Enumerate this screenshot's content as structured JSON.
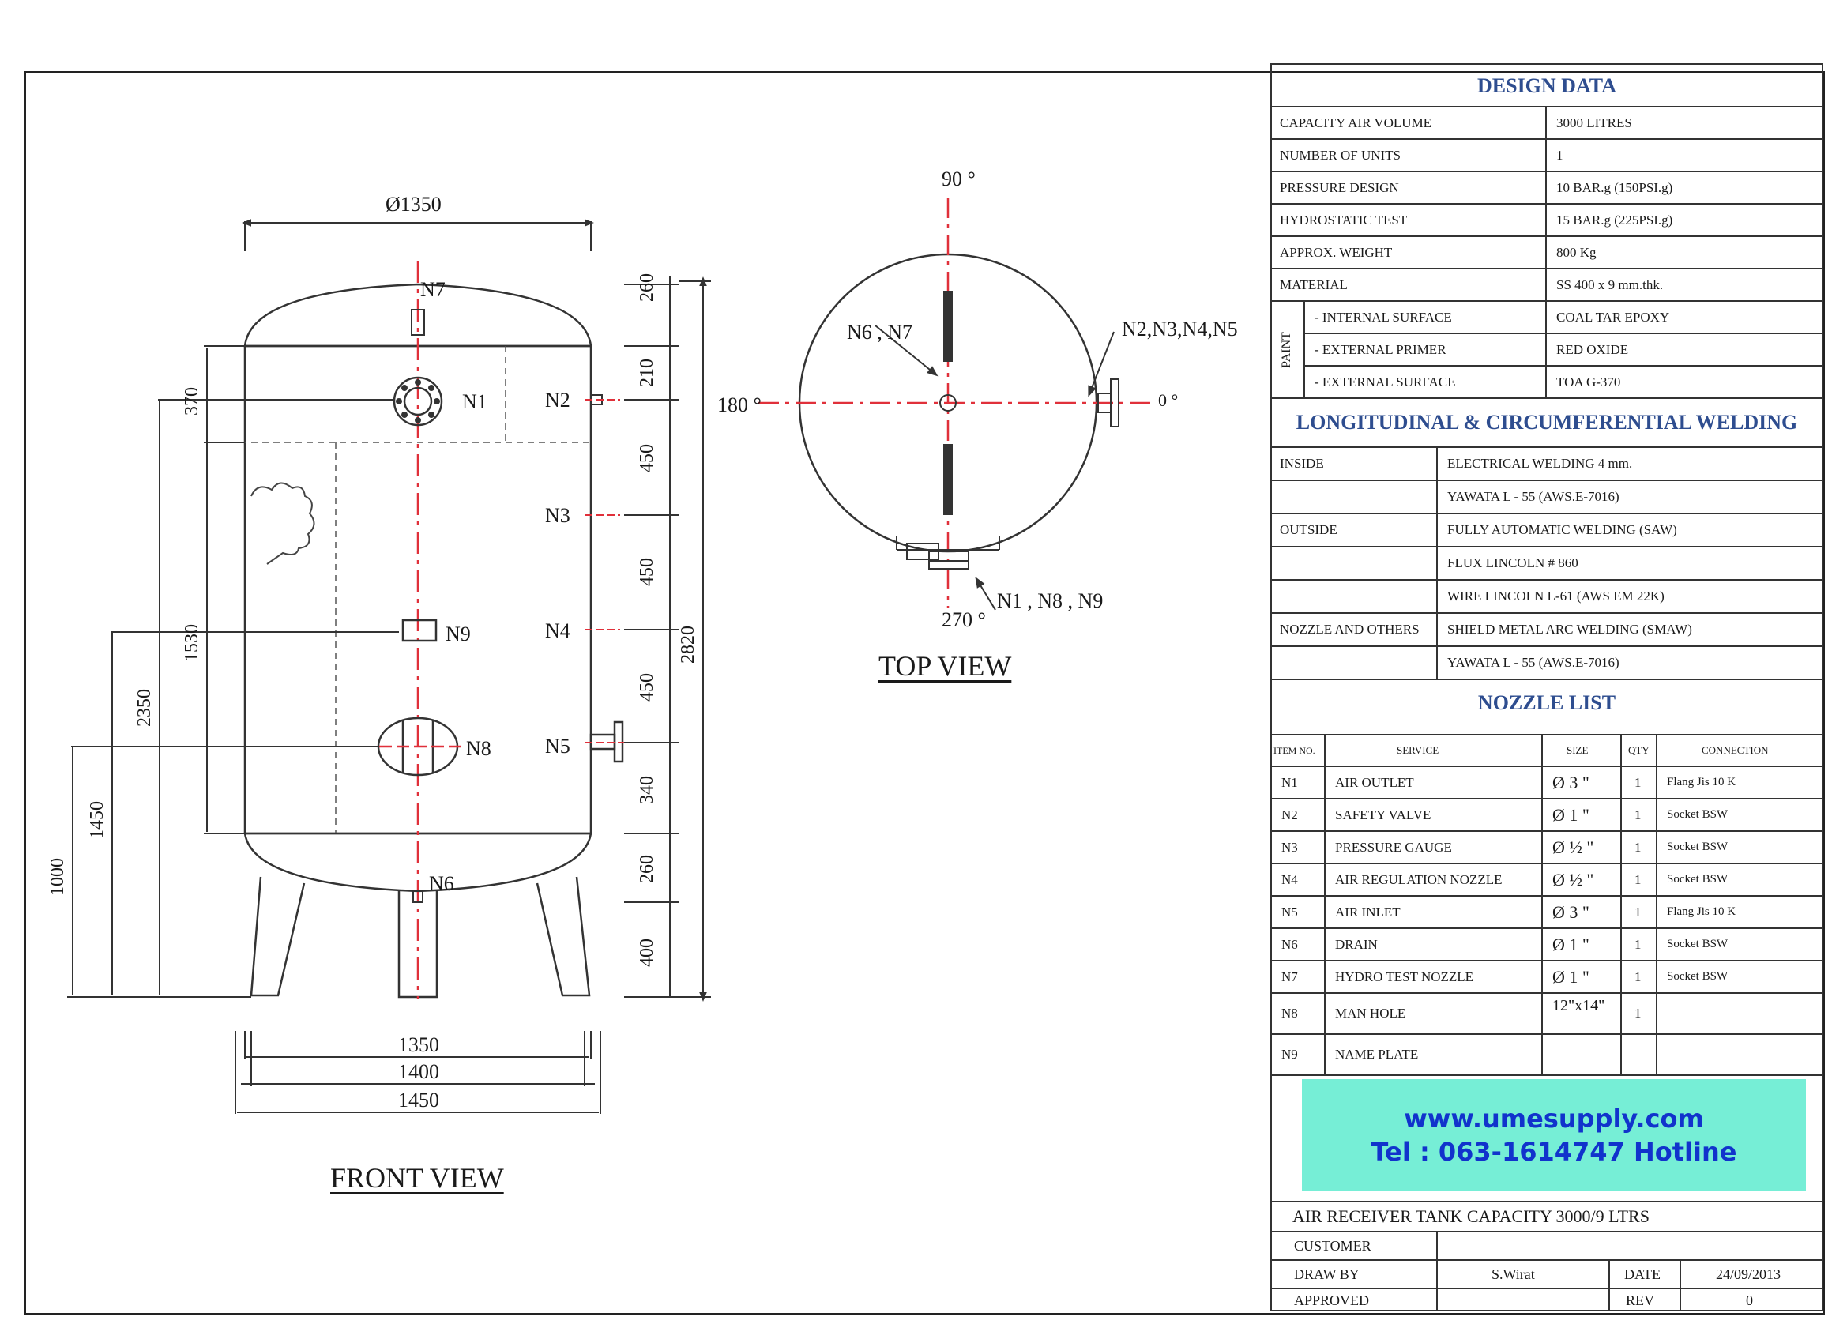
{
  "front_view": {
    "title": "FRONT VIEW",
    "diameter_label": "Ø1350",
    "base_dims": [
      "1350",
      "1400",
      "1450"
    ],
    "left_dims": [
      "370",
      "1530",
      "2350",
      "1450",
      "1000"
    ],
    "right_dims": [
      "260",
      "210",
      "450",
      "450",
      "450",
      "340",
      "260",
      "400"
    ],
    "total_height": "2820",
    "nozzles": [
      "N7",
      "N1",
      "N2",
      "N3",
      "N9",
      "N4",
      "N8",
      "N5",
      "N6"
    ]
  },
  "top_view": {
    "title": "TOP VIEW",
    "angles": [
      "90 °",
      "180 °",
      "0 °",
      "270 °"
    ],
    "labels": [
      "N6 , N7",
      "N2,N3,N4,N5",
      "N1 , N8 , N9"
    ]
  },
  "design_data": {
    "title": "DESIGN DATA",
    "rows": [
      {
        "label": "CAPACITY AIR VOLUME",
        "value": "3000 LITRES"
      },
      {
        "label": "NUMBER OF UNITS",
        "value": "1"
      },
      {
        "label": "PRESSURE DESIGN",
        "value": "10 BAR.g (150PSI.g)"
      },
      {
        "label": "HYDROSTATIC TEST",
        "value": "15 BAR.g (225PSI.g)"
      },
      {
        "label": "APPROX. WEIGHT",
        "value": "800 Kg"
      },
      {
        "label": "MATERIAL",
        "value": "SS 400 x 9 mm.thk."
      }
    ],
    "paint_label": "PAINT",
    "paint_rows": [
      {
        "label": "- INTERNAL SURFACE",
        "value": "COAL TAR EPOXY"
      },
      {
        "label": "- EXTERNAL PRIMER",
        "value": "RED OXIDE"
      },
      {
        "label": "- EXTERNAL SURFACE",
        "value": "TOA G-370"
      }
    ]
  },
  "welding": {
    "title": "LONGITUDINAL & CIRCUMFERENTIAL WELDING",
    "rows": [
      {
        "label": "INSIDE",
        "value": "ELECTRICAL WELDING 4 mm."
      },
      {
        "label": "",
        "value": "YAWATA L - 55 (AWS.E-7016)"
      },
      {
        "label": "OUTSIDE",
        "value": "FULLY AUTOMATIC WELDING (SAW)"
      },
      {
        "label": "",
        "value": "FLUX LINCOLN # 860"
      },
      {
        "label": "",
        "value": "WIRE LINCOLN L-61 (AWS EM 22K)"
      },
      {
        "label": "NOZZLE AND OTHERS",
        "value": "SHIELD METAL ARC WELDING (SMAW)"
      },
      {
        "label": "",
        "value": "YAWATA L - 55 (AWS.E-7016)"
      }
    ]
  },
  "nozzle_list": {
    "title": "NOZZLE LIST",
    "headers": [
      "ITEM NO.",
      "SERVICE",
      "SIZE",
      "QTY",
      "CONNECTION"
    ],
    "rows": [
      {
        "item": "N1",
        "service": "AIR OUTLET",
        "size": "Ø 3 \"",
        "qty": "1",
        "connection": "Flang Jis 10 K"
      },
      {
        "item": "N2",
        "service": "SAFETY VALVE",
        "size": "Ø 1 \"",
        "qty": "1",
        "connection": "Socket BSW"
      },
      {
        "item": "N3",
        "service": "PRESSURE GAUGE",
        "size": "Ø ½ \"",
        "qty": "1",
        "connection": "Socket BSW"
      },
      {
        "item": "N4",
        "service": "AIR REGULATION NOZZLE",
        "size": "Ø ½ \"",
        "qty": "1",
        "connection": "Socket BSW"
      },
      {
        "item": "N5",
        "service": "AIR INLET",
        "size": "Ø 3 \"",
        "qty": "1",
        "connection": "Flang Jis 10 K"
      },
      {
        "item": "N6",
        "service": "DRAIN",
        "size": "Ø 1 \"",
        "qty": "1",
        "connection": "Socket BSW"
      },
      {
        "item": "N7",
        "service": "HYDRO TEST NOZZLE",
        "size": "Ø 1 \"",
        "qty": "1",
        "connection": "Socket BSW"
      },
      {
        "item": "N8",
        "service": "MAN HOLE",
        "size": "12\"x14\"",
        "qty": "1",
        "connection": ""
      },
      {
        "item": "N9",
        "service": "NAME PLATE",
        "size": "",
        "qty": "",
        "connection": ""
      }
    ]
  },
  "promo": {
    "website": "www.umesupply.com",
    "phone": "Tel : 063-1614747 Hotline"
  },
  "title_block": {
    "title": "AIR RECEIVER TANK CAPACITY 3000/9 LTRS",
    "customer_label": "CUSTOMER",
    "customer_value": "",
    "draw_by_label": "DRAW BY",
    "draw_by_value": "S.Wirat",
    "date_label": "DATE",
    "date_value": "24/09/2013",
    "approved_label": "APPROVED",
    "approved_value": "",
    "rev_label": "REV",
    "rev_value": "0"
  }
}
